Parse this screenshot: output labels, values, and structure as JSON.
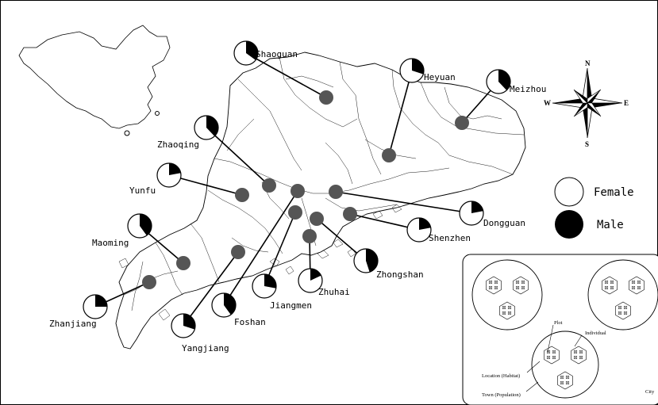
{
  "legend": {
    "female": "Female",
    "male": "Male"
  },
  "compass": {
    "n": "N",
    "s": "S",
    "e": "E",
    "w": "W"
  },
  "diagram": {
    "plot": "Plot",
    "individual": "Individual",
    "location": "Location (Habitat)",
    "town": "Town (Population)",
    "city": "City"
  },
  "colors": {
    "female": "#ffffff",
    "male": "#000000",
    "site": "#555555",
    "outline": "#000000"
  },
  "cities": [
    {
      "id": "shaoguan",
      "name": "Shaoguan",
      "male_fraction": 0.35
    },
    {
      "id": "heyuan",
      "name": "Heyuan",
      "male_fraction": 0.3
    },
    {
      "id": "meizhou",
      "name": "Meizhou",
      "male_fraction": 0.38
    },
    {
      "id": "zhaoqing",
      "name": "Zhaoqing",
      "male_fraction": 0.38
    },
    {
      "id": "yunfu",
      "name": "Yunfu",
      "male_fraction": 0.22
    },
    {
      "id": "maoming",
      "name": "Maoming",
      "male_fraction": 0.4
    },
    {
      "id": "zhanjiang",
      "name": "Zhanjiang",
      "male_fraction": 0.25
    },
    {
      "id": "yangjiang",
      "name": "Yangjiang",
      "male_fraction": 0.3
    },
    {
      "id": "foshan",
      "name": "Foshan",
      "male_fraction": 0.4
    },
    {
      "id": "jiangmen",
      "name": "Jiangmen",
      "male_fraction": 0.28
    },
    {
      "id": "zhuhai",
      "name": "Zhuhai",
      "male_fraction": 0.18
    },
    {
      "id": "zhongshan",
      "name": "Zhongshan",
      "male_fraction": 0.45
    },
    {
      "id": "shenzhen",
      "name": "Shenzhen",
      "male_fraction": 0.22
    },
    {
      "id": "dongguan",
      "name": "Dongguan",
      "male_fraction": 0.22
    }
  ]
}
